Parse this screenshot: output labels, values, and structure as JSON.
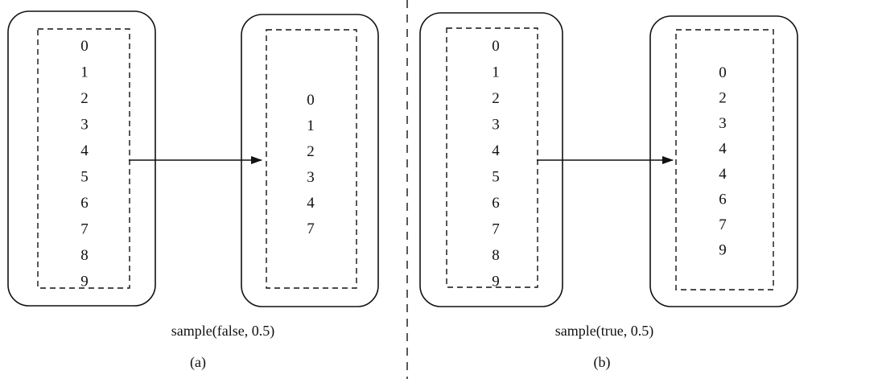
{
  "panel_a": {
    "input": [
      "0",
      "1",
      "2",
      "3",
      "4",
      "5",
      "6",
      "7",
      "8",
      "9"
    ],
    "output": [
      "0",
      "1",
      "2",
      "3",
      "4",
      "7"
    ],
    "operation": "sample(false, 0.5)",
    "label": "(a)"
  },
  "panel_b": {
    "input": [
      "0",
      "1",
      "2",
      "3",
      "4",
      "5",
      "6",
      "7",
      "8",
      "9"
    ],
    "output": [
      "0",
      "2",
      "3",
      "4",
      "4",
      "6",
      "7",
      "9"
    ],
    "operation": "sample(true, 0.5)",
    "label": "(b)"
  }
}
